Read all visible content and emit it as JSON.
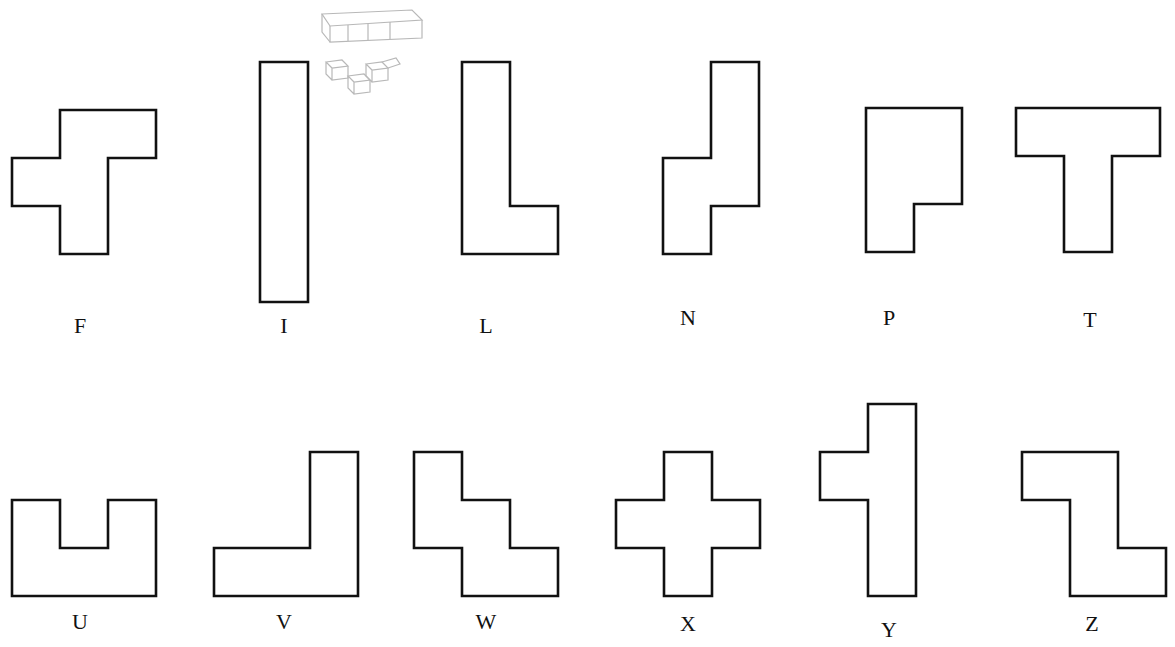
{
  "diagram": {
    "labels": [
      "F",
      "I",
      "L",
      "N",
      "P",
      "T",
      "U",
      "V",
      "W",
      "X",
      "Y",
      "Z"
    ]
  }
}
